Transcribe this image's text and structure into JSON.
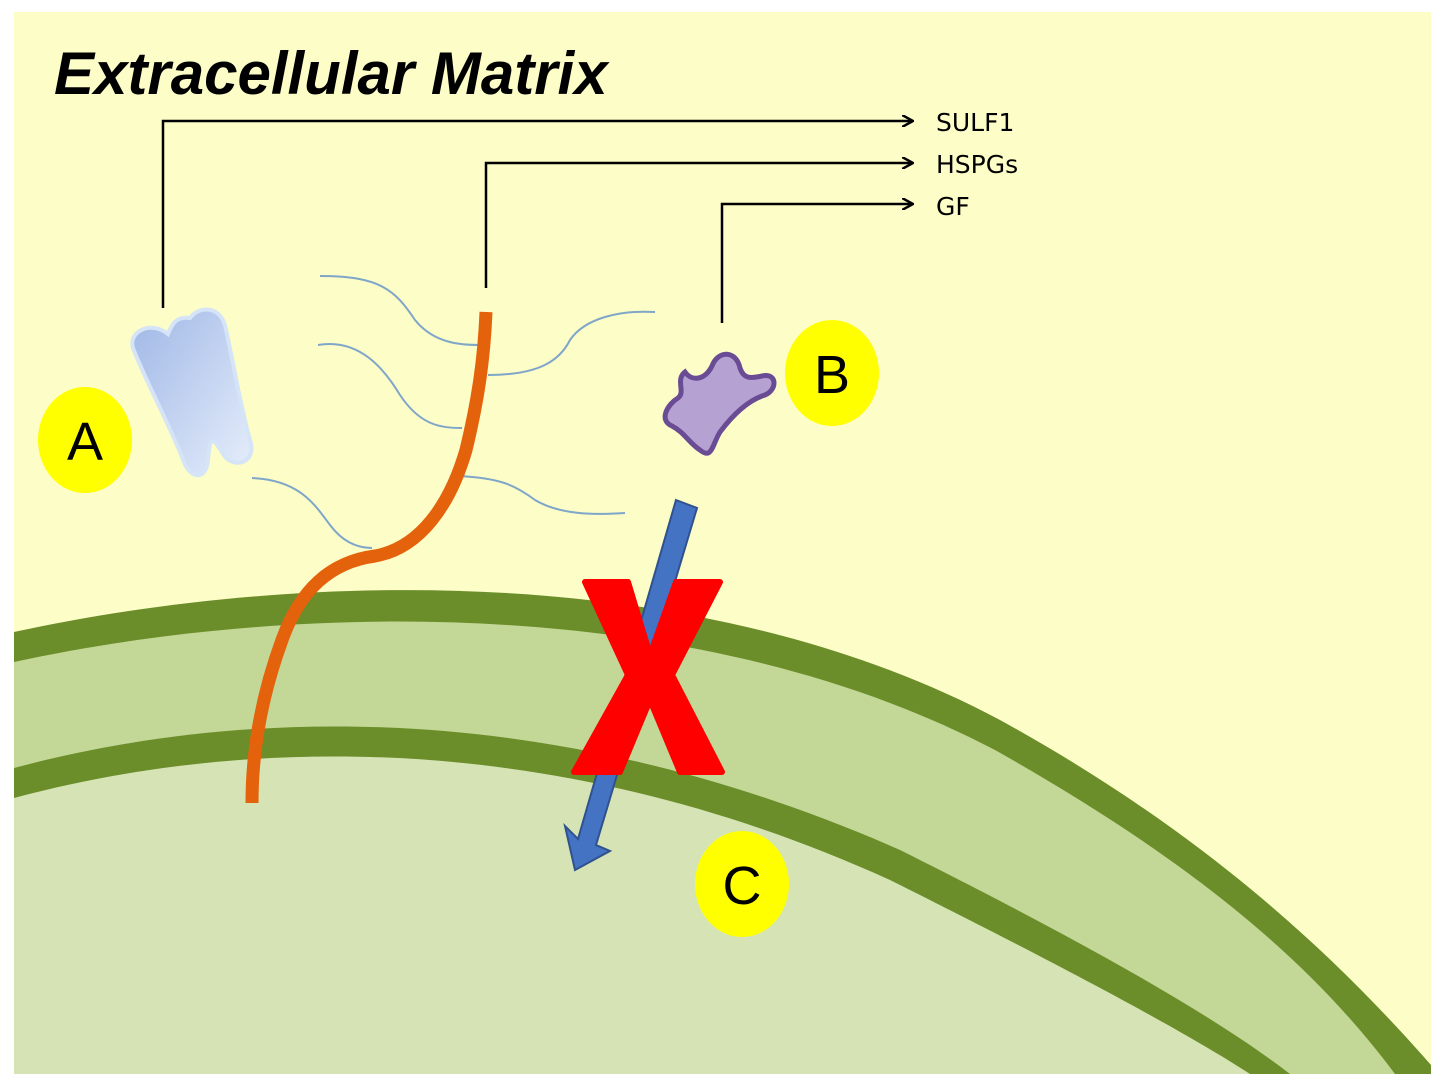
{
  "title": "Extracellular Matrix",
  "legend": {
    "sulf1": "SULF1",
    "hspgs": "HSPGs",
    "gf": "GF"
  },
  "badges": {
    "a": "A",
    "b": "B",
    "c": "C"
  },
  "colors": {
    "background": "#fdfdc8",
    "outer_membrane": "#6b8e2a",
    "membrane_band": "#c3d796",
    "cytoplasm": "#d6e3b5",
    "hspg_core": "#e4620c",
    "gag_chains": "#7fa6c9",
    "sulf1_fill": "#b7cdee",
    "gf_fill": "#b6a1d3",
    "gf_stroke": "#6a4c95",
    "blocked_arrow": "#4473c4",
    "cross": "#ff0000",
    "badge": "#ffff00"
  }
}
